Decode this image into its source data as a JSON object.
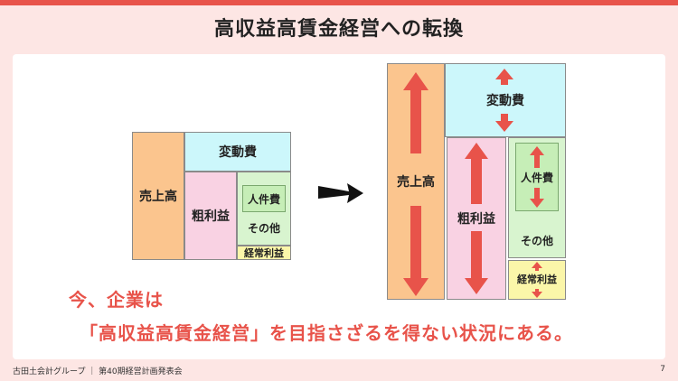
{
  "title": "高収益高賃金経営への転換",
  "left_diagram": {
    "sales": "売上高",
    "variable_cost": "変動費",
    "gross_profit": "粗利益",
    "personnel_cost": "人件費",
    "other": "その他",
    "ordinary_profit": "経常利益"
  },
  "right_diagram": {
    "sales": "売上高",
    "variable_cost": "変動費",
    "gross_profit": "粗利益",
    "personnel_cost": "人件費",
    "other": "その他",
    "ordinary_profit": "経常利益"
  },
  "message_line1": "今、企業は",
  "message_line2": "「高収益高賃金経営」を目指さざるを得ない状況にある。",
  "footer_text": "古田土会計グループ ｜ 第40期経営計画発表会",
  "page_number": "7",
  "colors": {
    "accent": "#e8534a",
    "sales": "#fbc58e",
    "variable_cost": "#ccf7fb",
    "gross_profit": "#f9d2e3",
    "fixed_cost": "#d8f4cf",
    "ordinary_profit": "#fbf6a9"
  }
}
